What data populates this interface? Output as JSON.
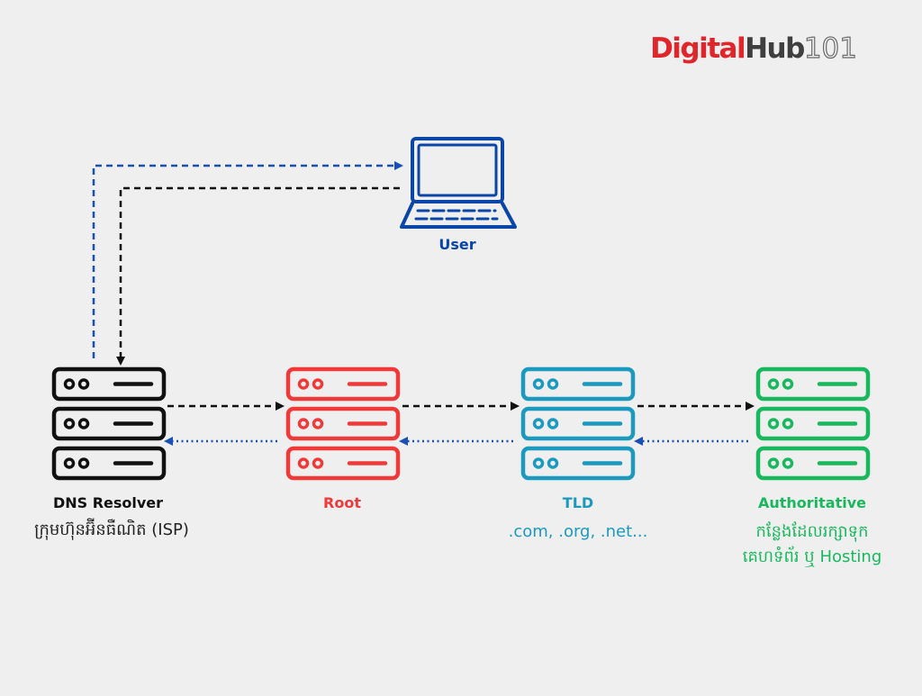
{
  "logo": {
    "part1": "Digital",
    "part2": "Hub",
    "part3": "101"
  },
  "user": {
    "label": "User",
    "icon": "laptop-icon",
    "color": "#0a45a8"
  },
  "servers": [
    {
      "id": "resolver",
      "label": "DNS Resolver",
      "sub": "ក្រុមហ៊ុនអ៊ីនធឺណិត (ISP)",
      "sub2": "",
      "color": "#111111",
      "sub_color": "#222222",
      "icon": "server-icon"
    },
    {
      "id": "root",
      "label": "Root",
      "sub": "",
      "sub2": "",
      "color": "#f03a3a",
      "sub_color": "#f03a3a",
      "icon": "server-icon"
    },
    {
      "id": "tld",
      "label": "TLD",
      "sub": ".com, .org, .net...",
      "sub2": "",
      "color": "#1b99bf",
      "sub_color": "#1b99bf",
      "icon": "server-icon"
    },
    {
      "id": "authoritative",
      "label": "Authoritative",
      "sub": "កន្លែងដែលរក្សាទុក",
      "sub2": "គេហទំព័រ ឬ Hosting",
      "color": "#19b85e",
      "sub_color": "#19b85e",
      "icon": "server-icon"
    }
  ],
  "arrows": {
    "request_color": "#111111",
    "response_color": "#1a4fb5",
    "user_response_color": "#1a4fb5"
  }
}
